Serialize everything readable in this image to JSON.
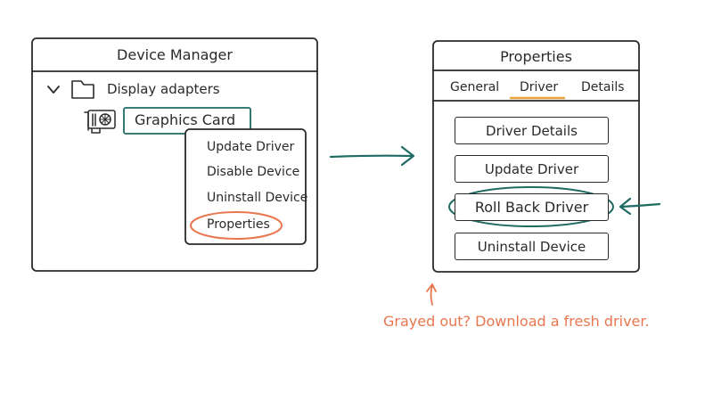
{
  "colors": {
    "ink": "#2a2a2a",
    "teal": "#1f6b63",
    "orange": "#e8774f",
    "underline": "#e9a13b"
  },
  "device_manager": {
    "title": "Device Manager",
    "tree_group": "Display adapters",
    "device": "Graphics Card",
    "context_menu": [
      "Update Driver",
      "Disable Device",
      "Uninstall Device",
      "Properties"
    ]
  },
  "properties": {
    "title": "Properties",
    "tabs": [
      "General",
      "Driver",
      "Details"
    ],
    "active_tab": "Driver",
    "buttons": [
      "Driver Details",
      "Update Driver",
      "Roll Back Driver",
      "Uninstall Device"
    ]
  },
  "annotation": "Grayed out? Download a fresh driver.",
  "icons": [
    "chevron-down-icon",
    "folder-icon",
    "graphics-card-icon",
    "arrow-right-icon",
    "arrow-left-icon",
    "arrow-up-icon"
  ]
}
